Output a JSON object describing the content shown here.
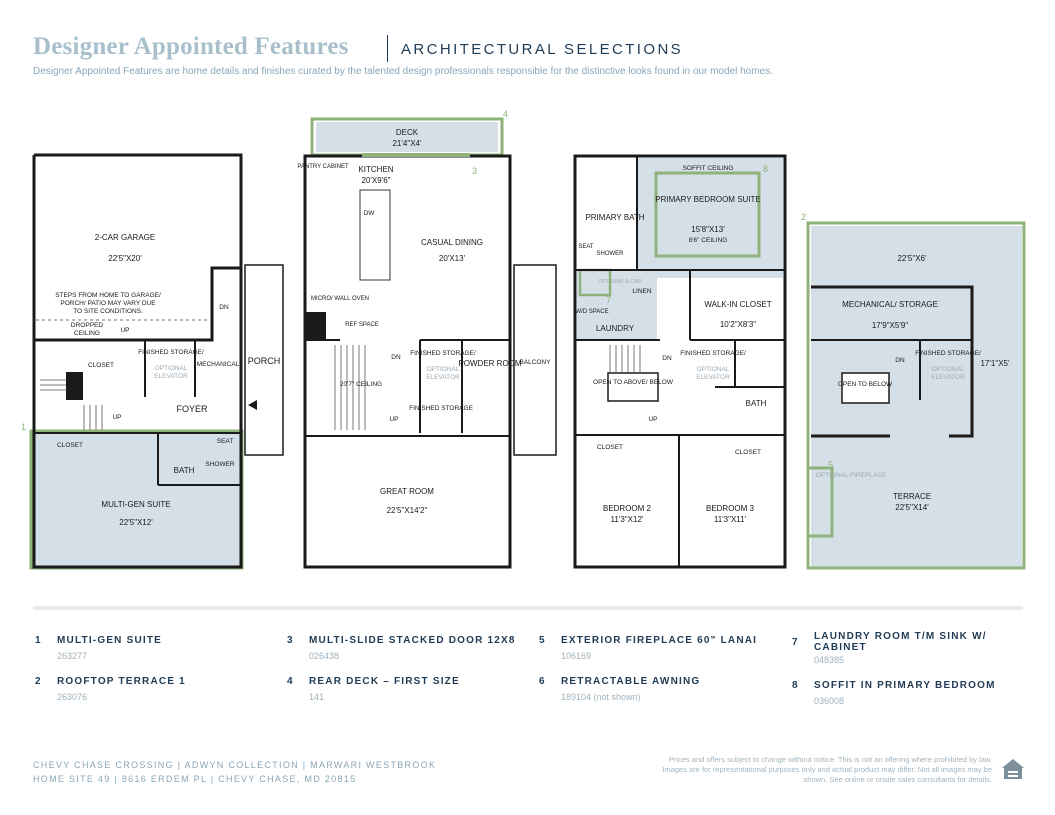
{
  "header": {
    "title": "Designer Appointed Features",
    "subtitle": "ARCHITECTURAL SELECTIONS",
    "description": "Designer Appointed Features are home details and finishes curated by the talented design professionals responsible for the distinctive looks found in our model homes."
  },
  "plan_labels": {
    "garage": "2-CAR GARAGE",
    "garage_dim": "22'5\"X20'",
    "steps_note1": "STEPS FROM HOME TO GARAGE/",
    "steps_note2": "PORCH/ PATIO MAY VARY DUE",
    "steps_note3": "TO SITE CONDITIONS.",
    "dropped_ceiling1": "DROPPED",
    "dropped_ceiling2": "CEILING",
    "closet": "CLOSET",
    "finished_storage": "FINISHED STORAGE/",
    "optional_elevator1": "OPTIONAL",
    "optional_elevator2": "ELEVATOR",
    "mechanical": "MECHANICAL",
    "porch": "PORCH",
    "foyer": "FOYER",
    "up": "UP",
    "dn": "DN",
    "bath": "BATH",
    "seat": "SEAT",
    "shower": "SHOWER",
    "multigen": "MULTI-GEN SUITE",
    "multigen_dim": "22'5\"X12'",
    "deck": "DECK",
    "deck_dim": "21'4\"X4'",
    "pantry": "PANTRY CABINET",
    "kitchen": "KITCHEN",
    "kitchen_dim": "20'X9'6\"",
    "dw": "DW",
    "casual_dining": "CASUAL DINING",
    "casual_dining_dim": "20'X13'",
    "micro_wall_oven": "MICRO/ WALL OVEN",
    "ref_space": "REF SPACE",
    "ceiling_20_7": "20'7\" CEILING",
    "powder_room": "POWDER ROOM",
    "finished_storage_short": "FINISHED STORAGE",
    "balcony": "BALCONY",
    "great_room": "GREAT ROOM",
    "great_room_dim": "22'5\"X14'2\"",
    "soffit_ceiling": "SOFFIT CEILING",
    "primary_bath": "PRIMARY BATH",
    "primary_suite": "PRIMARY BEDROOM SUITE",
    "primary_suite_dim": "15'8\"X13'",
    "primary_ceiling": "8'6\" CEILING",
    "linen": "LINEN",
    "opt_sink_cab": "OPT SINK & CAB",
    "wd_space": "W/D SPACE",
    "laundry": "LAUNDRY",
    "walkin_closet": "WALK-IN CLOSET",
    "walkin_dim": "10'2\"X8'3\"",
    "open_above_below": "OPEN TO ABOVE/ BELOW",
    "bedroom2": "BEDROOM 2",
    "bedroom2_dim": "11'3\"X12'",
    "bedroom3": "BEDROOM 3",
    "bedroom3_dim": "11'3\"X11'",
    "roof_top_dim": "22'5\"X6'",
    "mech_storage": "MECHANICAL/ STORAGE",
    "mech_storage_dim": "17'9\"X5'9\"",
    "side_dim": "17'1\"X5'",
    "open_to_below": "OPEN TO BELOW",
    "optional_fireplace": "OPTIONAL FIREPLACE",
    "terrace": "TERRACE",
    "terrace_dim": "22'5\"X14'"
  },
  "callouts": [
    "1",
    "2",
    "3",
    "4",
    "5",
    "7",
    "8"
  ],
  "features": [
    {
      "num": "1",
      "name": "MULTI-GEN SUITE",
      "code": "263277"
    },
    {
      "num": "2",
      "name": "ROOFTOP TERRACE 1",
      "code": "263076"
    },
    {
      "num": "3",
      "name": "MULTI-SLIDE STACKED DOOR 12X8",
      "code": "026438"
    },
    {
      "num": "4",
      "name": "REAR DECK – FIRST SIZE",
      "code": "141"
    },
    {
      "num": "5",
      "name": "EXTERIOR FIREPLACE 60\" LANAI",
      "code": "106169"
    },
    {
      "num": "6",
      "name": "RETRACTABLE AWNING",
      "code": "189104 (not shown)"
    },
    {
      "num": "7",
      "name": "LAUNDRY ROOM T/M SINK W/ CABINET",
      "code": "048385"
    },
    {
      "num": "8",
      "name": "SOFFIT IN PRIMARY BEDROOM",
      "code": "036008"
    }
  ],
  "footer": {
    "line1": "CHEVY CHASE CROSSING  |  ADWYN COLLECTION  |  MARWARI WESTBROOK",
    "line2": "HOME SITE 49  |  8616 ERDEM PL  |  CHEVY CHASE, MD 20815",
    "disclaimer": "Prices and offers subject to change without notice. This is not an offering where prohibited by law. Images are for representational purposes only and actual product may differ. Not all images may be shown. See online or onsite sales consultants for details."
  },
  "colors": {
    "navy": "#1f3b55",
    "highlight_fill": "#d5dfe8",
    "green": "#8fb27a",
    "wall": "#1a1a1a"
  }
}
